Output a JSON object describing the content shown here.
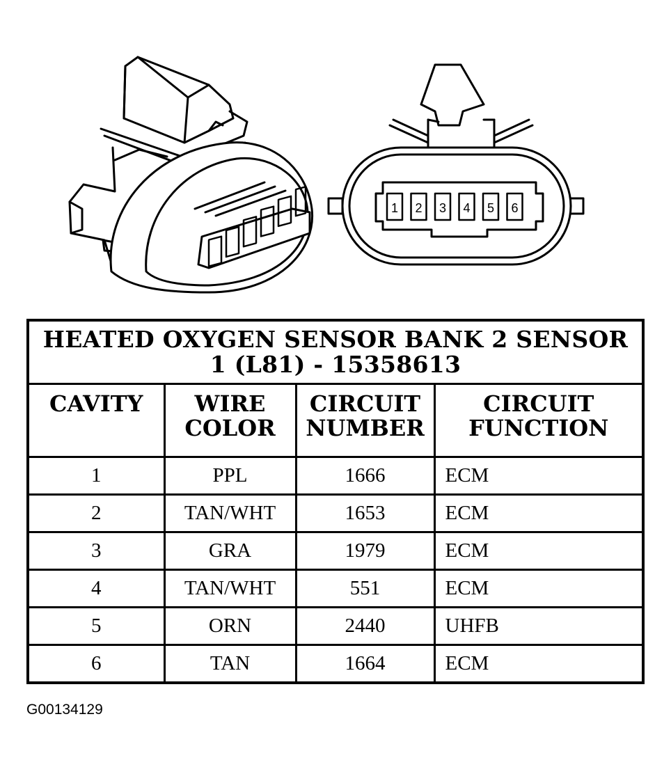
{
  "table": {
    "title_line1": "HEATED OXYGEN SENSOR BANK 2 SENSOR",
    "title_line2": "1 (L81) - 15358613",
    "headers": {
      "cavity": "CAVITY",
      "wire_color_1": "WIRE",
      "wire_color_2": "COLOR",
      "circuit_number_1": "CIRCUIT",
      "circuit_number_2": "NUMBER",
      "circuit_function_1": "CIRCUIT",
      "circuit_function_2": "FUNCTION"
    },
    "rows": [
      {
        "cavity": "1",
        "wire_color": "PPL",
        "circuit_number": "1666",
        "circuit_function": "ECM"
      },
      {
        "cavity": "2",
        "wire_color": "TAN/WHT",
        "circuit_number": "1653",
        "circuit_function": "ECM"
      },
      {
        "cavity": "3",
        "wire_color": "GRA",
        "circuit_number": "1979",
        "circuit_function": "ECM"
      },
      {
        "cavity": "4",
        "wire_color": "TAN/WHT",
        "circuit_number": "551",
        "circuit_function": "ECM"
      },
      {
        "cavity": "5",
        "wire_color": "ORN",
        "circuit_number": "2440",
        "circuit_function": "UHFB"
      },
      {
        "cavity": "6",
        "wire_color": "TAN",
        "circuit_number": "1664",
        "circuit_function": "ECM"
      }
    ]
  },
  "connector_face": {
    "pin_labels": [
      "1",
      "2",
      "3",
      "4",
      "5",
      "6"
    ]
  },
  "figure_id": "G00134129"
}
